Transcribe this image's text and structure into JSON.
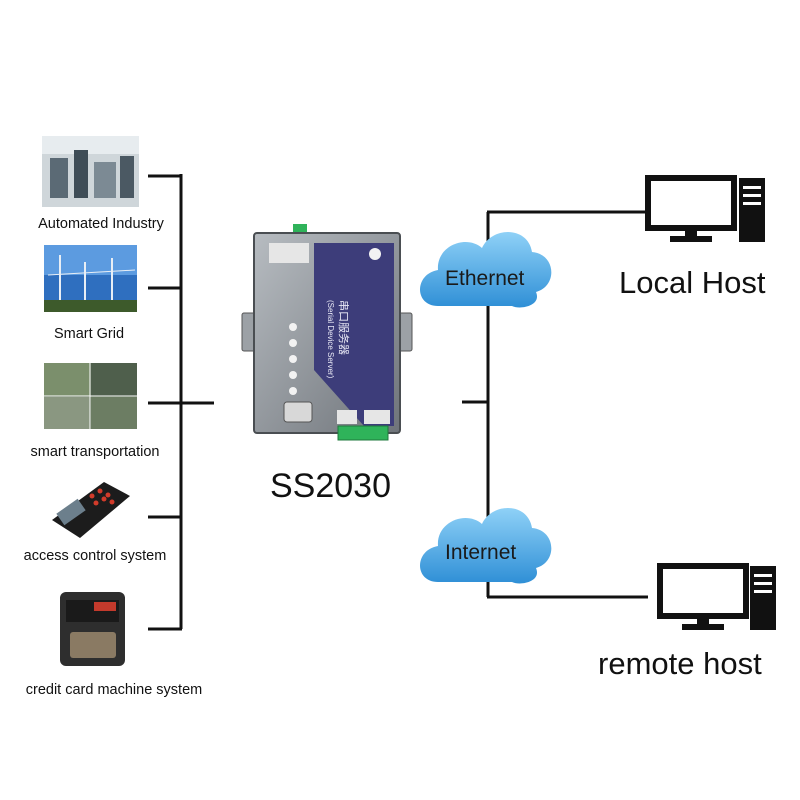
{
  "devices": [
    {
      "label": "Automated Industry",
      "icon": "factory-floor-photo"
    },
    {
      "label": "Smart Grid",
      "icon": "power-substation-photo"
    },
    {
      "label": "smart transportation",
      "icon": "traffic-camera-photo"
    },
    {
      "label": "access control system",
      "icon": "pos-terminal-photo"
    },
    {
      "label": "credit card machine system",
      "icon": "card-reader-photo"
    }
  ],
  "server": {
    "label": "SS2030",
    "panel_text": "串口服务器",
    "panel_subtext": "(Serial Device Server)"
  },
  "clouds": [
    {
      "label": "Ethernet"
    },
    {
      "label": "Internet"
    }
  ],
  "hosts": [
    {
      "label": "Local Host"
    },
    {
      "label": "remote host"
    }
  ],
  "colors": {
    "line": "#111111",
    "cloud": "#4aa6e6",
    "cloud_light": "#8fd1f7",
    "device_body": "#8d9196",
    "device_panel": "#3d3d7a",
    "terminal": "#2fb35a"
  }
}
